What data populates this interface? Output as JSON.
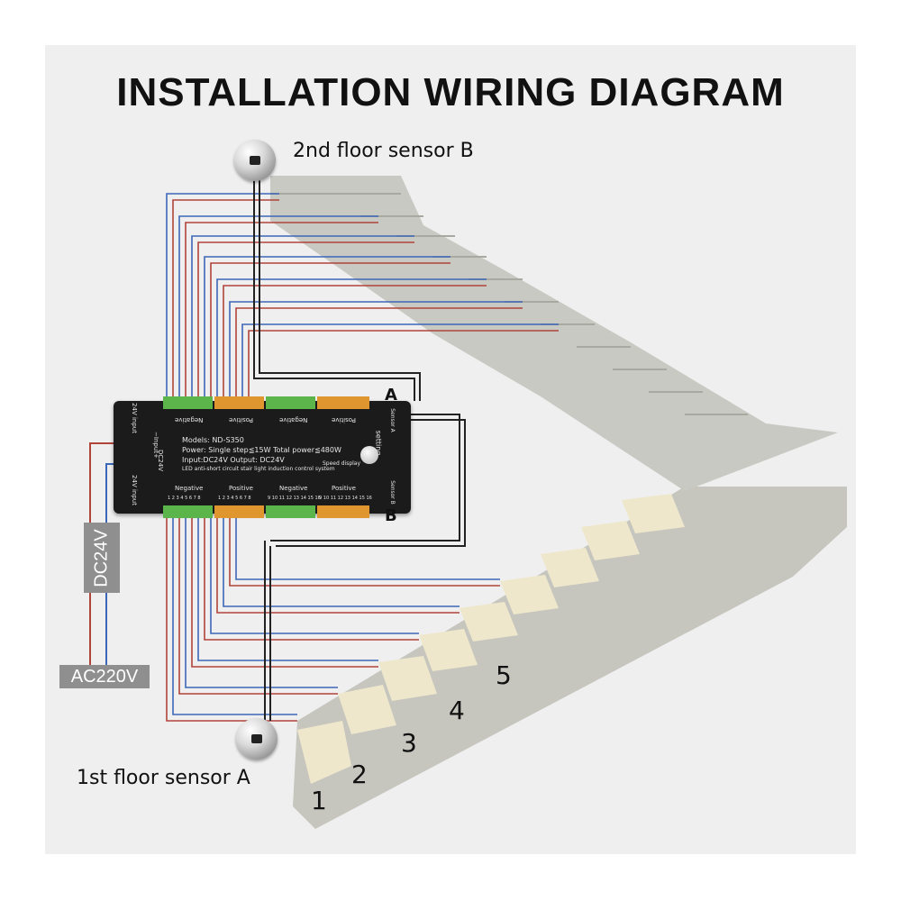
{
  "title": "INSTALLATION WIRING DIAGRAM",
  "sensor_b_label": "2nd floor sensor B",
  "sensor_a_label": "1st floor sensor A",
  "dc_label": "DC24V",
  "ac_label": "AC220V",
  "port_a": "A",
  "port_b": "B",
  "step_labels": [
    "1",
    "2",
    "3",
    "4",
    "5"
  ],
  "controller": {
    "model": "Models:  ND-S350",
    "power": "Power:  Single step≦15W  Total power≦480W",
    "io": "Input:DC24V       Output:  DC24V",
    "desc": "LED anti-short circuit stair light induction control system",
    "speed": "Speed display",
    "setting": "setting",
    "top_negative": "Negative",
    "top_positive": "Positive",
    "bottom_negative": "Negative",
    "bottom_positive": "Positive",
    "input_label": "−Input+",
    "dc_side": "DC24V",
    "in_top": "24V input",
    "in_bottom": "24V input",
    "sensor_a_side": "Sensor A",
    "sensor_b_side": "Sensor B",
    "bottom_numbers_1": "1  2  3  4  5  6  7  8",
    "bottom_numbers_2": "1  2  3  4  5  6  7  8",
    "bottom_numbers_3": "9 10 11 12 13 14 15 16",
    "bottom_numbers_4": "9 10 11 12 13 14 15 16"
  },
  "colors": {
    "wire_red": "#b0443a",
    "wire_blue": "#3c66b8",
    "wire_black": "#222222",
    "terminal_green": "#5bb54a",
    "terminal_orange": "#e0962e",
    "stair": "#c9c9c2",
    "stair_light": "#f2ecd2"
  }
}
